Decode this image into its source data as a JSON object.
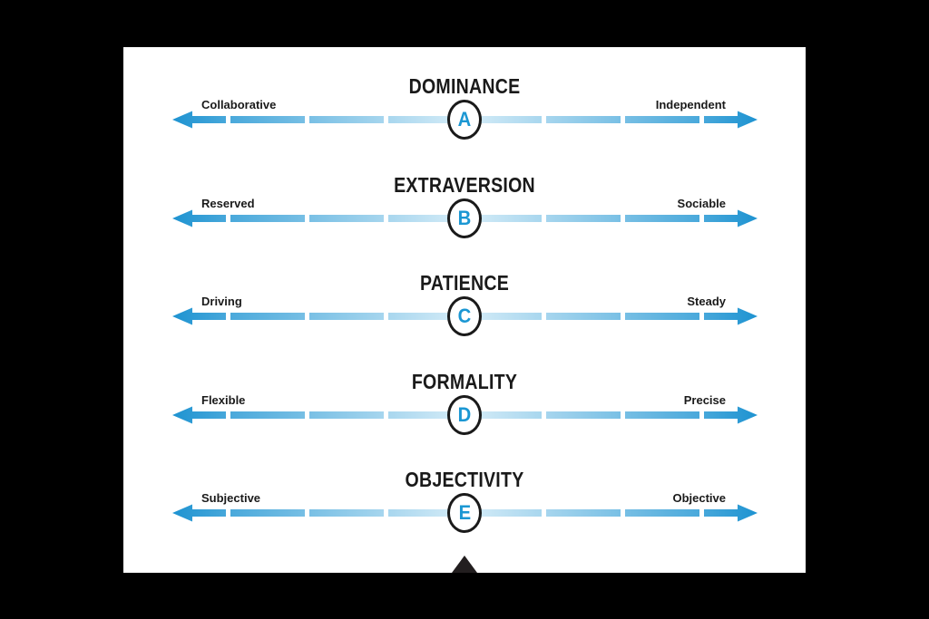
{
  "window": {
    "background": "#000000"
  },
  "card": {
    "background": "#ffffff"
  },
  "colors": {
    "arrow_dark": "#1e93d1",
    "arrow_mid": "#4aa9db",
    "arrow_light": "#d7edf8",
    "letter_blue": "#1b97d3",
    "text_dark": "#1a1a1a",
    "pointer_black": "#221e1f"
  },
  "icons": {
    "left_arrowhead": "arrow-left",
    "right_arrowhead": "arrow-right",
    "bottom_pointer": "up-triangle"
  },
  "scales": [
    {
      "letter": "A",
      "title": "DOMINANCE",
      "left_label": "Collaborative",
      "right_label": "Independent"
    },
    {
      "letter": "B",
      "title": "EXTRAVERSION",
      "left_label": "Reserved",
      "right_label": "Sociable"
    },
    {
      "letter": "C",
      "title": "PATIENCE",
      "left_label": "Driving",
      "right_label": "Steady"
    },
    {
      "letter": "D",
      "title": "FORMALITY",
      "left_label": "Flexible",
      "right_label": "Precise"
    },
    {
      "letter": "E",
      "title": "OBJECTIVITY",
      "left_label": "Subjective",
      "right_label": "Objective"
    }
  ]
}
